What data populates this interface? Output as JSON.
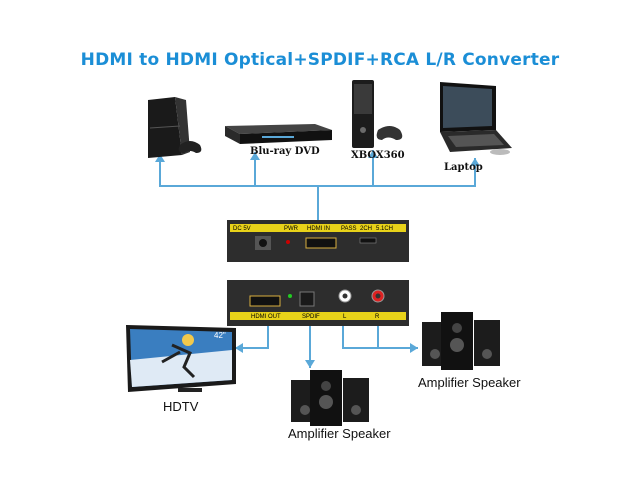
{
  "title": "HDMI to HDMI Optical+SPDIF+RCA L/R Converter",
  "sources": {
    "bluray": "Blu-ray DVD",
    "xbox": "XBOX360",
    "laptop": "Laptop"
  },
  "outputs": {
    "hdtv": "HDTV",
    "speaker_left": "Amplifier Speaker",
    "speaker_right": "Amplifier Speaker"
  },
  "device_top_ports": [
    "DC 5V",
    "PWR",
    "HDMI IN",
    "PASS",
    "2CH",
    "5.1CH"
  ],
  "device_bottom_ports": [
    "HDMI OUT",
    "SPDIF",
    "L",
    "R"
  ],
  "tv_size": "42\"",
  "colors": {
    "title": "#1b8ed6",
    "cable": "#5aa8d8",
    "device_body": "#2d2d2d",
    "label_strip": "#e8d219"
  }
}
